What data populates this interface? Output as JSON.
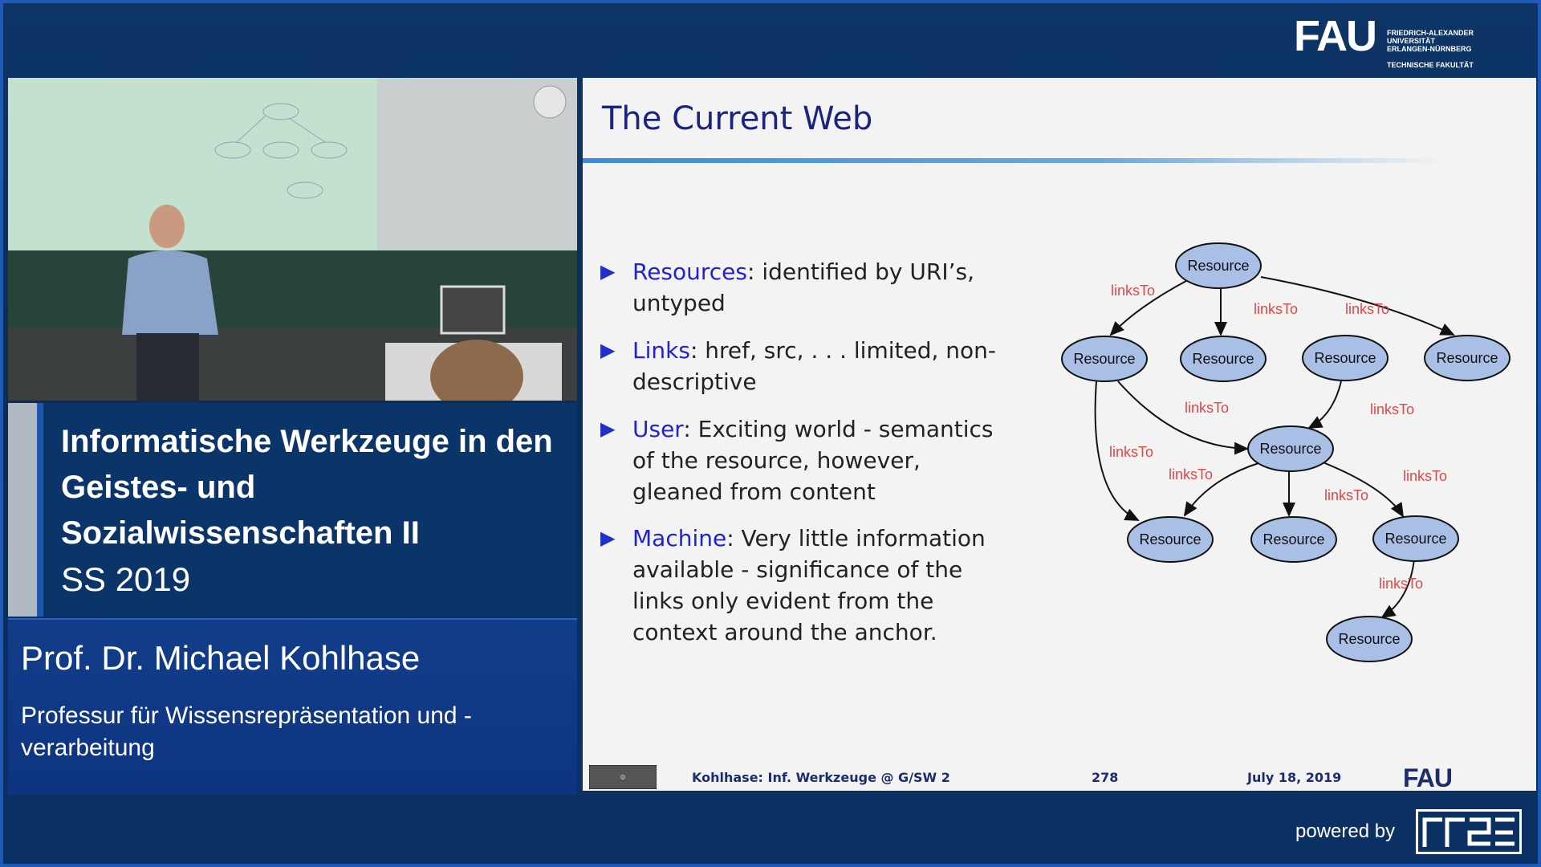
{
  "header": {
    "logo_mark": "FAU",
    "logo_lines": [
      "FRIEDRICH-ALEXANDER",
      "UNIVERSITÄT",
      "ERLANGEN-NÜRNBERG"
    ],
    "logo_faculty": "TECHNISCHE FAKULTÄT"
  },
  "lecture": {
    "title": "Informatische Werkzeuge in den Geistes- und Sozialwissenschaften II",
    "semester": "SS 2019",
    "presenter": "Prof. Dr. Michael Kohlhase",
    "chair": "Professur für Wissensrepräsentation und -verarbeitung"
  },
  "slide": {
    "title": "The Current Web",
    "bullets": [
      {
        "keyword": "Resources",
        "text": ": identified by URI’s, untyped"
      },
      {
        "keyword": "Links",
        "text": ": href, src, . . . limited, non-descriptive"
      },
      {
        "keyword": "User",
        "text": ": Exciting world - semantics of the resource, however, gleaned from content"
      },
      {
        "keyword": "Machine",
        "text": ": Very little information available - significance of the links only evident from the context around the anchor."
      }
    ],
    "diagram": {
      "node_label": "Resource",
      "edge_label": "linksTo",
      "node_fill": "#aabfe6",
      "edge_label_color": "#e04848"
    },
    "footer": {
      "course": "Kohlhase: Inf. Werkzeuge @ G/SW 2",
      "page": "278",
      "date": "July 18, 2019",
      "logo_mark": "FAU"
    }
  },
  "footer": {
    "powered_by": "powered by"
  }
}
